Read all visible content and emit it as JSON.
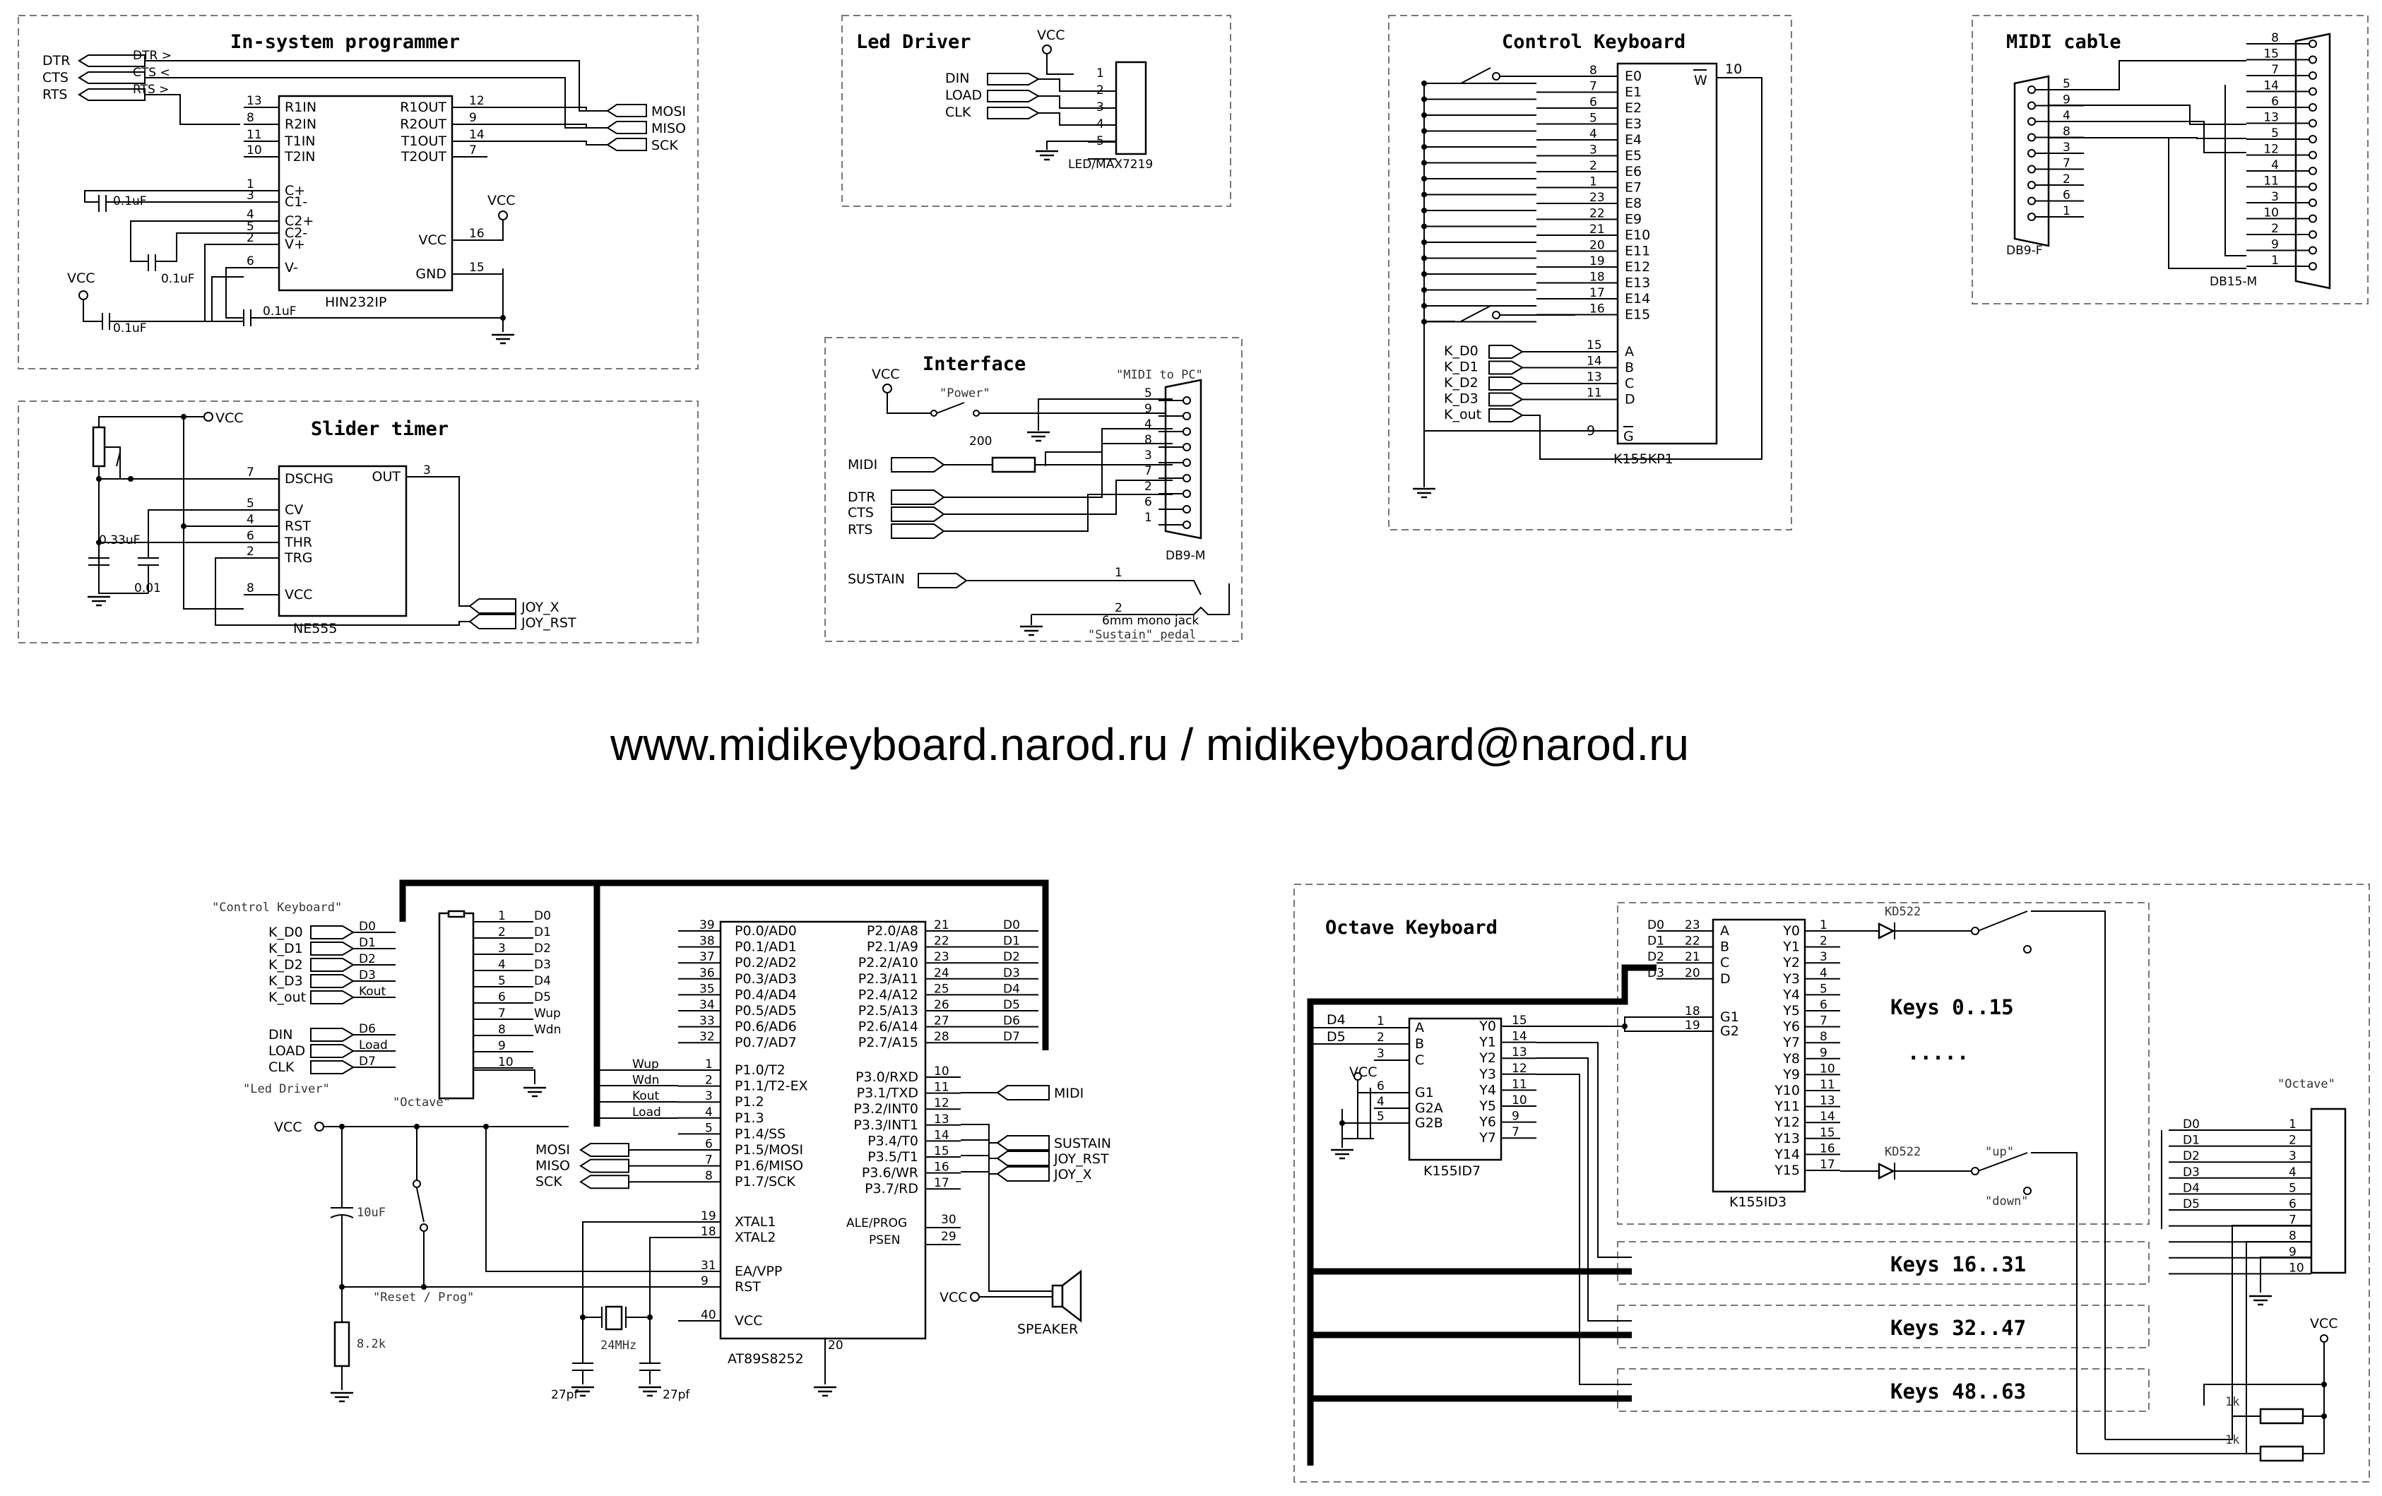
{
  "url_banner": "www.midikeyboard.narod.ru / midikeyboard@narod.ru",
  "isp": {
    "title": "In-system programmer",
    "port_labels": [
      "DTR",
      "CTS",
      "RTS"
    ],
    "connector_labels": [
      "DTR >",
      "CTS <",
      "RTS >"
    ],
    "chip": "HIN232IP",
    "left_pins": [
      {
        "num": "13",
        "name": "R1IN"
      },
      {
        "num": "8",
        "name": "R2IN"
      },
      {
        "num": "11",
        "name": "T1IN"
      },
      {
        "num": "10",
        "name": "T2IN"
      },
      {
        "num": "1",
        "name": "C+"
      },
      {
        "num": "3",
        "name": "C1-"
      },
      {
        "num": "4",
        "name": "C2+"
      },
      {
        "num": "5",
        "name": "C2-"
      },
      {
        "num": "2",
        "name": "V+"
      },
      {
        "num": "6",
        "name": "V-"
      }
    ],
    "right_pins": [
      {
        "num": "12",
        "name": "R1OUT"
      },
      {
        "num": "9",
        "name": "R2OUT"
      },
      {
        "num": "14",
        "name": "T1OUT"
      },
      {
        "num": "7",
        "name": "T2OUT"
      },
      {
        "num": "16",
        "name": "VCC"
      },
      {
        "num": "15",
        "name": "GND"
      }
    ],
    "outputs": [
      "MOSI",
      "MISO",
      "SCK"
    ],
    "caps": [
      "0.1uF",
      "0.1uF",
      "0.1uF",
      "0.1uF"
    ],
    "vcc": "VCC"
  },
  "led": {
    "title": "Led Driver",
    "vcc": "VCC",
    "inputs": [
      "DIN",
      "LOAD",
      "CLK"
    ],
    "pins": [
      "1",
      "2",
      "3",
      "4",
      "5"
    ],
    "connector": "LED/MAX7219"
  },
  "ctrl": {
    "title": "Control Keyboard",
    "chip": "K155KP1",
    "inputs": [
      {
        "num": "8",
        "name": "E0"
      },
      {
        "num": "7",
        "name": "E1"
      },
      {
        "num": "6",
        "name": "E2"
      },
      {
        "num": "5",
        "name": "E3"
      },
      {
        "num": "4",
        "name": "E4"
      },
      {
        "num": "3",
        "name": "E5"
      },
      {
        "num": "2",
        "name": "E6"
      },
      {
        "num": "1",
        "name": "E7"
      },
      {
        "num": "23",
        "name": "E8"
      },
      {
        "num": "22",
        "name": "E9"
      },
      {
        "num": "21",
        "name": "E10"
      },
      {
        "num": "20",
        "name": "E11"
      },
      {
        "num": "19",
        "name": "E12"
      },
      {
        "num": "18",
        "name": "E13"
      },
      {
        "num": "17",
        "name": "E14"
      },
      {
        "num": "16",
        "name": "E15"
      }
    ],
    "addr": [
      {
        "num": "15",
        "name": "A",
        "port": "K_D0"
      },
      {
        "num": "14",
        "name": "B",
        "port": "K_D1"
      },
      {
        "num": "13",
        "name": "C",
        "port": "K_D2"
      },
      {
        "num": "11",
        "name": "D",
        "port": "K_D3"
      }
    ],
    "kout": "K_out",
    "g_pin": {
      "num": "9",
      "name": "G"
    },
    "w_pin": {
      "num": "10",
      "name": "W"
    }
  },
  "midi_cable": {
    "title": "MIDI cable",
    "db9": "DB9-F",
    "db15": "DB15-M",
    "db9_pins": [
      "5",
      "9",
      "4",
      "8",
      "3",
      "7",
      "2",
      "6",
      "1"
    ],
    "db15_pins": [
      "8",
      "15",
      "7",
      "14",
      "6",
      "13",
      "5",
      "12",
      "4",
      "11",
      "3",
      "10",
      "2",
      "9",
      "1"
    ]
  },
  "slider": {
    "title": "Slider timer",
    "chip": "NE555",
    "vcc": "VCC",
    "pins": [
      {
        "num": "7",
        "name": "DSCHG"
      },
      {
        "num": "5",
        "name": "CV"
      },
      {
        "num": "4",
        "name": "RST"
      },
      {
        "num": "6",
        "name": "THR"
      },
      {
        "num": "2",
        "name": "TRG"
      },
      {
        "num": "8",
        "name": "VCC"
      }
    ],
    "out": {
      "num": "3",
      "name": "OUT"
    },
    "caps": [
      "0.33uF",
      "0.01"
    ],
    "outputs": [
      "JOY_X",
      "JOY_RST"
    ]
  },
  "iface": {
    "title": "Interface",
    "midi_to_pc": "\"MIDI to PC\"",
    "vcc": "VCC",
    "power": "\"Power\"",
    "resistor": "200",
    "signals": [
      "MIDI",
      "DTR",
      "CTS",
      "RTS"
    ],
    "db9_pins": [
      "5",
      "9",
      "4",
      "8",
      "3",
      "7",
      "2",
      "6",
      "1"
    ],
    "connector": "DB9-M",
    "sustain": "SUSTAIN",
    "jack_pins": [
      "1",
      "2"
    ],
    "jack": "6mm mono jack",
    "pedal": "\"Sustain\" pedal"
  },
  "mcu": {
    "chip": "AT89S8252",
    "p0": [
      {
        "num": "39",
        "name": "P0.0/AD0"
      },
      {
        "num": "38",
        "name": "P0.1/AD1"
      },
      {
        "num": "37",
        "name": "P0.2/AD2"
      },
      {
        "num": "36",
        "name": "P0.3/AD3"
      },
      {
        "num": "35",
        "name": "P0.4/AD4"
      },
      {
        "num": "34",
        "name": "P0.5/AD5"
      },
      {
        "num": "33",
        "name": "P0.6/AD6"
      },
      {
        "num": "32",
        "name": "P0.7/AD7"
      }
    ],
    "p1": [
      {
        "num": "1",
        "name": "P1.0/T2",
        "sig": "Wup"
      },
      {
        "num": "2",
        "name": "P1.1/T2-EX",
        "sig": "Wdn"
      },
      {
        "num": "3",
        "name": "P1.2",
        "sig": "Kout"
      },
      {
        "num": "4",
        "name": "P1.3",
        "sig": "Load"
      },
      {
        "num": "5",
        "name": "P1.4/SS",
        "sig": ""
      },
      {
        "num": "6",
        "name": "P1.5/MOSI",
        "sig": "MOSI"
      },
      {
        "num": "7",
        "name": "P1.6/MISO",
        "sig": "MISO"
      },
      {
        "num": "8",
        "name": "P1.7/SCK",
        "sig": "SCK"
      }
    ],
    "misc_left": [
      {
        "num": "19",
        "name": "XTAL1"
      },
      {
        "num": "18",
        "name": "XTAL2"
      },
      {
        "num": "31",
        "name": "EA/VPP"
      },
      {
        "num": "9",
        "name": "RST"
      },
      {
        "num": "40",
        "name": "VCC"
      }
    ],
    "p2": [
      {
        "num": "21",
        "name": "P2.0/A8",
        "sig": "D0"
      },
      {
        "num": "22",
        "name": "P2.1/A9",
        "sig": "D1"
      },
      {
        "num": "23",
        "name": "P2.2/A10",
        "sig": "D2"
      },
      {
        "num": "24",
        "name": "P2.3/A11",
        "sig": "D3"
      },
      {
        "num": "25",
        "name": "P2.4/A12",
        "sig": "D4"
      },
      {
        "num": "26",
        "name": "P2.5/A13",
        "sig": "D5"
      },
      {
        "num": "27",
        "name": "P2.6/A14",
        "sig": "D6"
      },
      {
        "num": "28",
        "name": "P2.7/A15",
        "sig": "D7"
      }
    ],
    "p3": [
      {
        "num": "10",
        "name": "P3.0/RXD"
      },
      {
        "num": "11",
        "name": "P3.1/TXD"
      },
      {
        "num": "12",
        "name": "P3.2/INT0"
      },
      {
        "num": "13",
        "name": "P3.3/INT1"
      },
      {
        "num": "14",
        "name": "P3.4/T0"
      },
      {
        "num": "15",
        "name": "P3.5/T1"
      },
      {
        "num": "16",
        "name": "P3.6/WR"
      },
      {
        "num": "17",
        "name": "P3.7/RD"
      }
    ],
    "ale": {
      "num": "30",
      "name": "ALE/PROG"
    },
    "psen": {
      "num": "29",
      "name": "PSEN"
    },
    "gnd_pin": "20",
    "outs": [
      "MIDI",
      "SUSTAIN",
      "JOY_RST",
      "JOY_X"
    ],
    "speaker": "SPEAKER",
    "vcc": "VCC",
    "crystal": "24MHz",
    "caps": [
      "27pf",
      "27pf"
    ],
    "cap10": "10uF",
    "res": "8.2k",
    "reset": "\"Reset / Prog\"",
    "ctrl_label": "\"Control Keyboard\"",
    "ctrl_ports": [
      "K_D0",
      "K_D1",
      "K_D2",
      "K_D3",
      "K_out"
    ],
    "ctrl_sigs": [
      "D0",
      "D1",
      "D2",
      "D3",
      "Kout"
    ],
    "led_label": "\"Led Driver\"",
    "led_ports": [
      "DIN",
      "LOAD",
      "CLK"
    ],
    "led_sigs": [
      "D6",
      "Load",
      "D7"
    ],
    "octave_label": "\"Octave\"",
    "oct_pins": [
      "1",
      "2",
      "3",
      "4",
      "5",
      "6",
      "7",
      "8",
      "9",
      "10"
    ],
    "oct_sigs": [
      "D0",
      "D1",
      "D2",
      "D3",
      "D4",
      "D5",
      "Wup",
      "Wdn"
    ]
  },
  "octave": {
    "title": "Octave Keyboard",
    "id7": "K155ID7",
    "id3": "K155ID3",
    "id7_inputs": [
      {
        "num": "1",
        "name": "A"
      },
      {
        "num": "2",
        "name": "B"
      },
      {
        "num": "3",
        "name": "C"
      }
    ],
    "id7_gates": [
      {
        "num": "6",
        "name": "G1"
      },
      {
        "num": "4",
        "name": "G2A"
      },
      {
        "num": "5",
        "name": "G2B"
      }
    ],
    "id7_outputs": [
      {
        "num": "15",
        "name": "Y0"
      },
      {
        "num": "14",
        "name": "Y1"
      },
      {
        "num": "13",
        "name": "Y2"
      },
      {
        "num": "12",
        "name": "Y3"
      },
      {
        "num": "11",
        "name": "Y4"
      },
      {
        "num": "10",
        "name": "Y5"
      },
      {
        "num": "9",
        "name": "Y6"
      },
      {
        "num": "7",
        "name": "Y7"
      }
    ],
    "id3_inputs": [
      {
        "num": "23",
        "name": "A",
        "sig": "D0"
      },
      {
        "num": "22",
        "name": "B",
        "sig": "D1"
      },
      {
        "num": "21",
        "name": "C",
        "sig": "D2"
      },
      {
        "num": "20",
        "name": "D",
        "sig": "D3"
      }
    ],
    "id3_gates": [
      {
        "num": "18",
        "name": "G1"
      },
      {
        "num": "19",
        "name": "G2"
      }
    ],
    "id3_outputs": [
      {
        "num": "1",
        "name": "Y0"
      },
      {
        "num": "2",
        "name": "Y1"
      },
      {
        "num": "3",
        "name": "Y2"
      },
      {
        "num": "4",
        "name": "Y3"
      },
      {
        "num": "5",
        "name": "Y4"
      },
      {
        "num": "6",
        "name": "Y5"
      },
      {
        "num": "7",
        "name": "Y6"
      },
      {
        "num": "8",
        "name": "Y7"
      },
      {
        "num": "9",
        "name": "Y8"
      },
      {
        "num": "10",
        "name": "Y9"
      },
      {
        "num": "11",
        "name": "Y10"
      },
      {
        "num": "13",
        "name": "Y11"
      },
      {
        "num": "14",
        "name": "Y12"
      },
      {
        "num": "15",
        "name": "Y13"
      },
      {
        "num": "16",
        "name": "Y14"
      },
      {
        "num": "17",
        "name": "Y15"
      }
    ],
    "id7_sigs": [
      "D4",
      "D5"
    ],
    "vcc": "VCC",
    "diode": "KD522",
    "keys": [
      "Keys 0..15",
      "Keys 16..31",
      "Keys 32..47",
      "Keys 48..63"
    ],
    "dots": ".....",
    "up": "\"up\"",
    "down": "\"down\"",
    "octave_label": "\"Octave\"",
    "conn_sigs": [
      "D0",
      "D1",
      "D2",
      "D3",
      "D4",
      "D5"
    ],
    "conn_pins": [
      "1",
      "2",
      "3",
      "4",
      "5",
      "6",
      "7",
      "8",
      "9",
      "10"
    ],
    "res": [
      "1k",
      "1k"
    ]
  }
}
